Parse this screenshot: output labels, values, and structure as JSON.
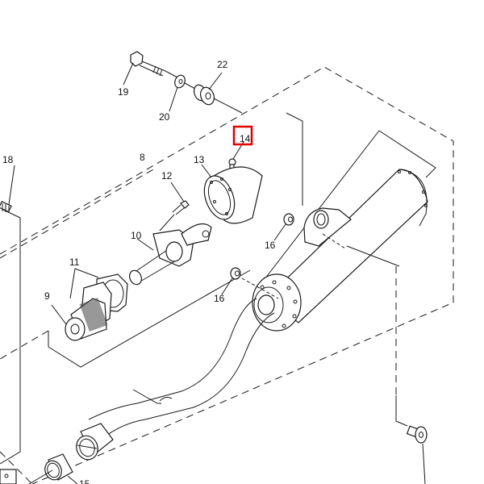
{
  "diagram": {
    "type": "exploded-parts-diagram",
    "subject": "exhaust muffler assembly",
    "highlight_color": "#e00000",
    "highlighted_label": "14",
    "labels": {
      "p8": "8",
      "p9": "9",
      "p10": "10",
      "p11": "11",
      "p12": "12",
      "p13": "13",
      "p14": "14",
      "p15": "15",
      "p16a": "16",
      "p16b": "16",
      "p18": "18",
      "p19": "19",
      "p20": "20",
      "p22": "22"
    }
  }
}
